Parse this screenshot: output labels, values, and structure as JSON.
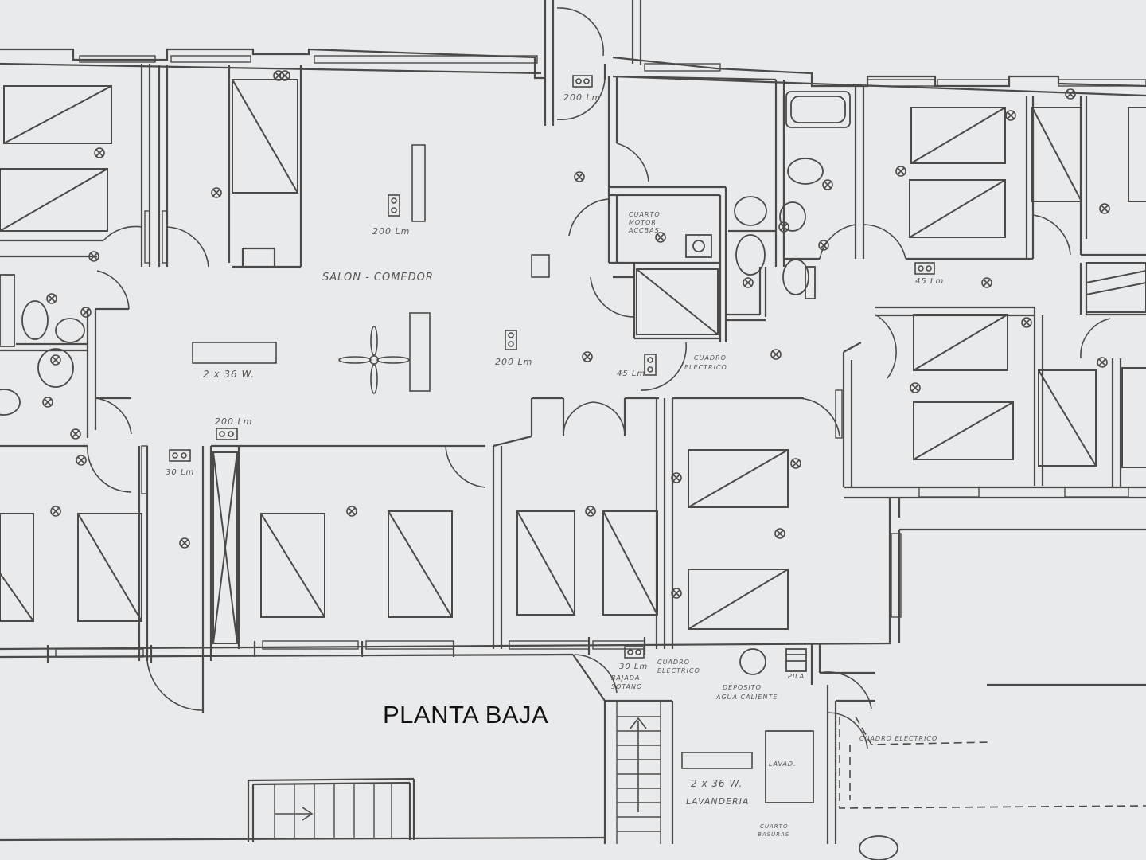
{
  "title": "PLANTA BAJA",
  "labels": {
    "salon_comedor": "SALON - COMEDOR",
    "lm_200_a": "200 Lm",
    "lm_200_b": "200 Lm",
    "lm_200_c": "200 Lm",
    "lm_200_d": "200 Lm",
    "lm_45_a": "45 Lm",
    "lm_45_b": "45 Lm",
    "lm_30_a": "30 Lm",
    "lm_30_b": "30 Lm",
    "fixture_2x36_a": "2 x 36 W.",
    "fixture_2x36_b": "2 x 36 W.",
    "cuarto_motor_1": "CUARTO",
    "cuarto_motor_2": "MOTOR",
    "cuarto_motor_3": "ACCBAS",
    "cuadro_electrico_a1": "CUADRO",
    "cuadro_electrico_a2": "ELECTRICO",
    "cuadro_electrico_b1": "CUADRO",
    "cuadro_electrico_b2": "ELECTRICO",
    "cuadro_electrico_c": "CUADRO ELECTRICO",
    "bajada_sotano_1": "BAJADA",
    "bajada_sotano_2": "SOTANO",
    "deposito_1": "DEPOSITO",
    "deposito_2": "AGUA CALIENTE",
    "pila": "PILA",
    "lavad": "LAVAD.",
    "lavanderia": "LAVANDERIA",
    "cuarto_bottom_1": "CUARTO",
    "cuarto_bottom_2": "BASURAS"
  },
  "icons": {
    "ceiling_light": "circle-x-light-icon",
    "ceiling_fan": "ceiling-fan-icon",
    "outlet": "outlet-icon",
    "door_swing": "door-swing-icon",
    "stair_arrow": "arrow-up-icon"
  },
  "colors": {
    "paper": "#e9eaec",
    "ink": "#4a4a4a",
    "title": "#111111"
  }
}
